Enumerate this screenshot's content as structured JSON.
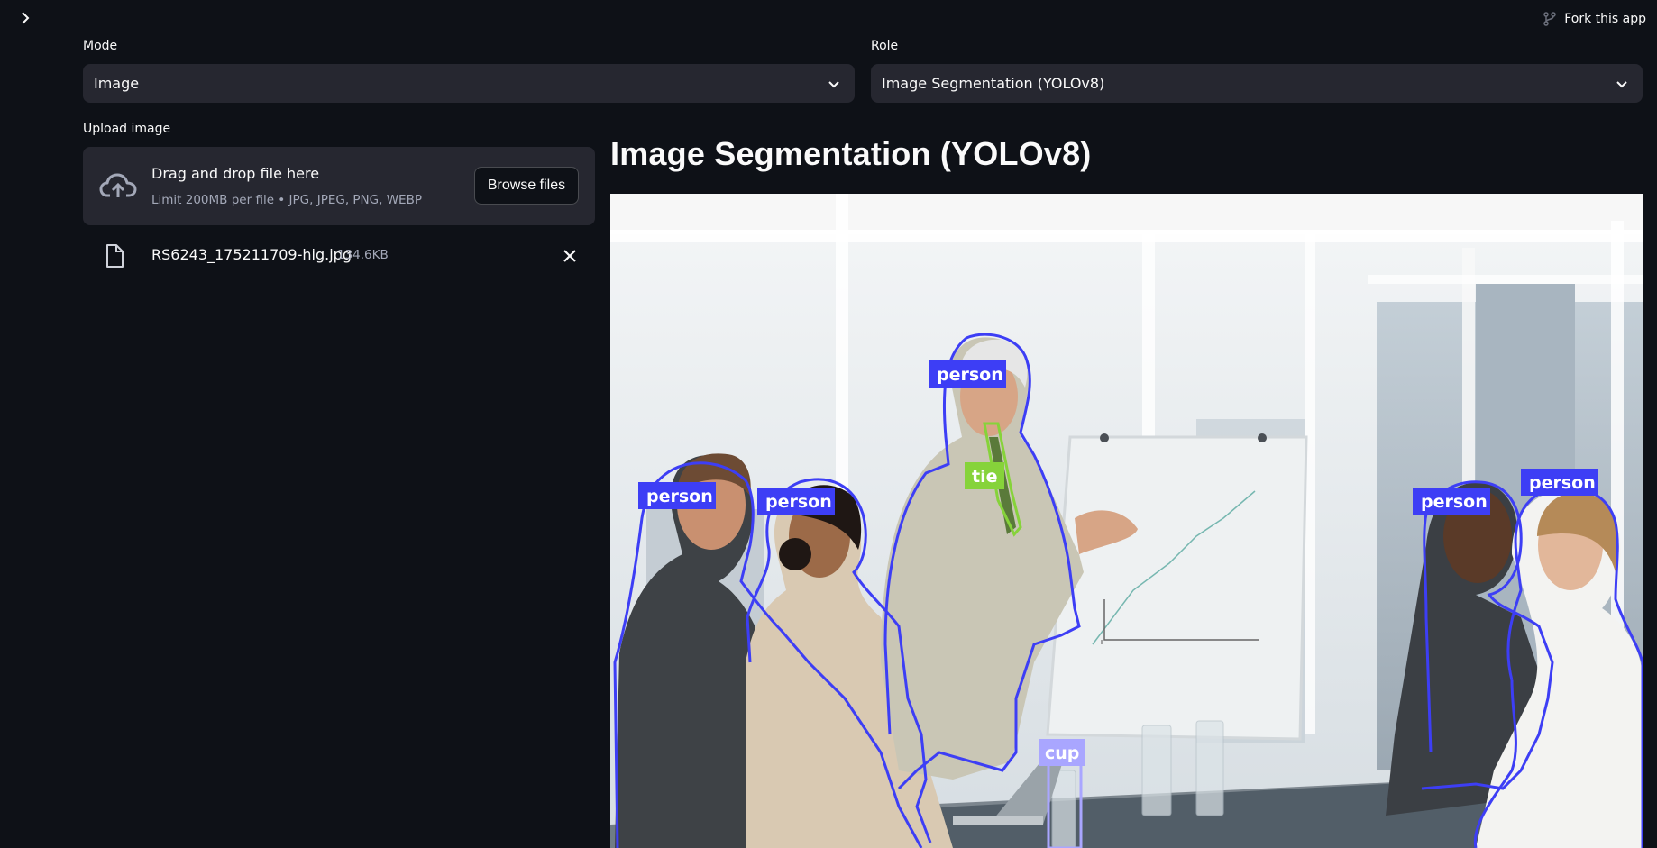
{
  "header": {
    "sidebar_toggle_icon": "chevron-right-icon",
    "fork_label": "Fork this app",
    "fork_icon": "git-fork-icon"
  },
  "mode": {
    "label": "Mode",
    "value": "Image"
  },
  "role": {
    "label": "Role",
    "value": "Image Segmentation (YOLOv8)"
  },
  "upload": {
    "label": "Upload image",
    "title": "Drag and drop file here",
    "subtitle": "Limit 200MB per file • JPG, JPEG, PNG, WEBP",
    "browse_label": "Browse files",
    "icon": "cloud-upload-icon"
  },
  "file": {
    "name": "RS6243_175211709-hig.jpg",
    "size": "134.6KB",
    "icon": "file-icon"
  },
  "main": {
    "title": "Image Segmentation (YOLOv8)"
  },
  "detections": {
    "person_label": "person",
    "tie_label": "tie",
    "cup_label": "cup",
    "person_color": "#3d3ef5",
    "tie_color": "#86d33a",
    "cup_color": "#a9a6ff"
  },
  "colors": {
    "background": "#0e1117",
    "surface": "#262730",
    "text": "#fafafa",
    "muted": "#a3a8b8"
  }
}
